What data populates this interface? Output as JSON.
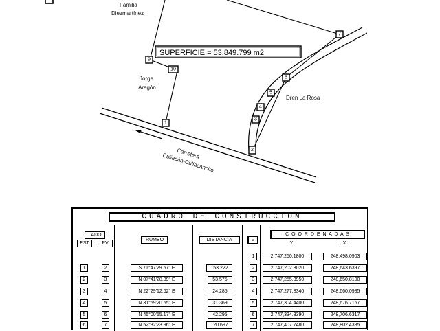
{
  "plan": {
    "labels": {
      "familia": "Familia",
      "diezmartinez": "Diezmartínez",
      "superficie": "SUPERFICIE = 53,849.799 m2",
      "jorge": "Jorge",
      "aragon": "Aragón",
      "dren": "Dren La Rosa",
      "carretera": "Carretera",
      "culiacan": "Culiacán-Culiacancito"
    },
    "vertices": {
      "v1": "1",
      "v2": "2",
      "v3": "3",
      "v4": "4",
      "v5": "5",
      "v6": "6",
      "v7": "7",
      "v9": "9",
      "v10": "10"
    }
  },
  "table": {
    "title": "CUADRO DE CONSTRUCCION",
    "headers": {
      "lado": "LADO",
      "est": "EST",
      "pv": "PV",
      "rumbo": "RUMBO",
      "distancia": "DISTANCIA",
      "v": "V",
      "coordenadas": "C O O R D E N A D A S",
      "y": "Y",
      "x": "X"
    },
    "rows": [
      {
        "v": "1",
        "y": "2,747,250.1800",
        "x": "248,498.0903"
      },
      {
        "est": "1",
        "pv": "2",
        "rumbo": "S 71°47'29.57\" E",
        "dist": "153.222",
        "v": "2",
        "y": "2,747,202.3020",
        "x": "248,643.6397"
      },
      {
        "est": "2",
        "pv": "3",
        "rumbo": "N 07°41'28.89\" E",
        "dist": "53.575",
        "v": "3",
        "y": "2,747,255.3950",
        "x": "248,650.8100"
      },
      {
        "est": "3",
        "pv": "4",
        "rumbo": "N 22°29'12.62\" E",
        "dist": "24.285",
        "v": "4",
        "y": "2,747,277.8340",
        "x": "248,660.0985"
      },
      {
        "est": "4",
        "pv": "5",
        "rumbo": "N 31°59'20.55\" E",
        "dist": "31.369",
        "v": "5",
        "y": "2,747,304.4400",
        "x": "248,676.7167"
      },
      {
        "est": "5",
        "pv": "6",
        "rumbo": "N 45°00'55.17\" E",
        "dist": "42.295",
        "v": "6",
        "y": "2,747,334.3390",
        "x": "248,706.6317"
      },
      {
        "est": "6",
        "pv": "7",
        "rumbo": "N 52°32'23.96\" E",
        "dist": "120.697",
        "v": "7",
        "y": "2,747,407.7480",
        "x": "248,802.4385"
      }
    ]
  }
}
